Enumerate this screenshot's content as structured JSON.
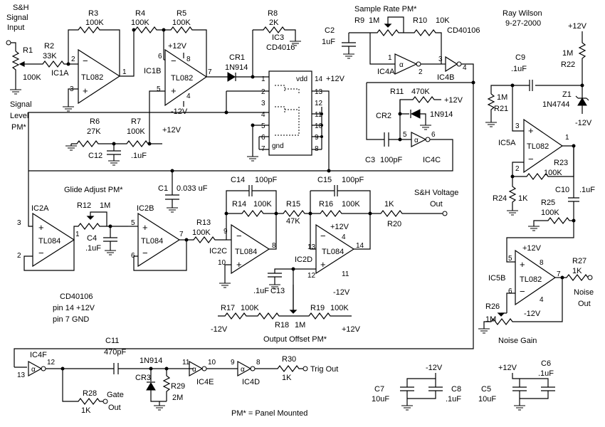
{
  "header": {
    "sh_title": [
      "S&H",
      "Signal",
      "Input"
    ],
    "signal_level": [
      "Signal",
      "Level",
      "PM*"
    ],
    "sample_rate": "Sample Rate  PM*",
    "author": "Ray Wilson",
    "date": "9-27-2000"
  },
  "notes": {
    "cd40106": [
      "CD40106",
      "pin 14 +12V",
      "pin 7 GND"
    ],
    "pm_legend": "PM* = Panel Mounted"
  },
  "resistors": {
    "r1": "R1",
    "r1v": "100K",
    "r2": "R2",
    "r2v": "33K",
    "r3": "R3",
    "r3v": "100K",
    "r4": "R4",
    "r4v": "100K",
    "r5": "R5",
    "r5v": "100K",
    "r6": "R6",
    "r6v": "27K",
    "r7": "R7",
    "r7v": "100K",
    "r8": "R8",
    "r8v": "2K",
    "r9": "R9",
    "r9v": "1M",
    "r10": "R10",
    "r10v": "10K",
    "r11": "R11",
    "r11v": "470K",
    "r12": "R12",
    "r12v": "1M",
    "r13": "R13",
    "r13v": "100K",
    "r14": "R14",
    "r14v": "100K",
    "r15": "R15",
    "r15v": "47K",
    "r16": "R16",
    "r16v": "100K",
    "r17": "R17",
    "r17v": "100K",
    "r18": "R18",
    "r18v": "1M",
    "r19": "R19",
    "r19v": "100K",
    "r20": "R20",
    "r20v": "1K",
    "r21": "R21",
    "r21v": "1M",
    "r22": "R22",
    "r22v": "1M",
    "r23": "R23",
    "r23v": "100K",
    "r24": "R24",
    "r24v": "1K",
    "r25": "R25",
    "r25v": "100K",
    "r26": "R26",
    "r26v": "1M",
    "r27": "R27",
    "r27v": "1K",
    "r28": "R28",
    "r28v": "1K",
    "r29": "R29",
    "r29v": "2M",
    "r30": "R30",
    "r30v": "1K"
  },
  "capacitors": {
    "c1": "C1",
    "c1v": "0.033 uF",
    "c2": "C2",
    "c2v": "1uF",
    "c3": "C3",
    "c3v": "100pF",
    "c4": "C4",
    "c4v": ".1uF",
    "c5": "C5",
    "c5v": "10uF",
    "c6": "C6",
    "c6v": ".1uF",
    "c7": "C7",
    "c7v": "10uF",
    "c8": "C8",
    "c8v": ".1uF",
    "c9": "C9",
    "c9v": ".1uF",
    "c10": "C10",
    "c10v": ".1uF",
    "c11": "C11",
    "c11v": "470pF",
    "c12": "C12",
    "c12v": ".1uF",
    "c13": "C13",
    "c13v": ".1uF",
    "c14": "C14",
    "c14v": "100pF",
    "c15": "C15",
    "c15v": "100pF"
  },
  "semis": {
    "cr1": "CR1",
    "cr1v": "1N914",
    "cr2": "CR2",
    "cr2v": "1N914",
    "cr3": "CR3",
    "cr3v": "1N914",
    "z1": "Z1",
    "z1v": "1N4744"
  },
  "ics": {
    "ic1a": "IC1A",
    "ic1b": "IC1B",
    "ic2a": "IC2A",
    "ic2b": "IC2B",
    "ic2c": "IC2C",
    "ic2d": "IC2D",
    "ic3": "IC3",
    "ic3v": "CD4016",
    "ic4a": "IC4A",
    "ic4b": "IC4B",
    "ic4c": "IC4C",
    "ic4d": "IC4D",
    "ic4e": "IC4E",
    "ic4f": "IC4F",
    "ic4part": "CD40106",
    "ic5a": "IC5A",
    "ic5b": "IC5B",
    "tl082": "TL082",
    "tl084": "TL084",
    "vdd": "vdd",
    "gnd": "gnd"
  },
  "supplies": {
    "p12": "+12V",
    "n12": "-12V"
  },
  "labels": {
    "glide": "Glide Adjust  PM*",
    "output_offset": "Output Offset  PM*",
    "sh_voltage": "S&H Voltage",
    "out": "Out",
    "noise": "Noise",
    "noise_gain": "Noise Gain",
    "trig_out": "Trig Out",
    "gate": "Gate"
  }
}
